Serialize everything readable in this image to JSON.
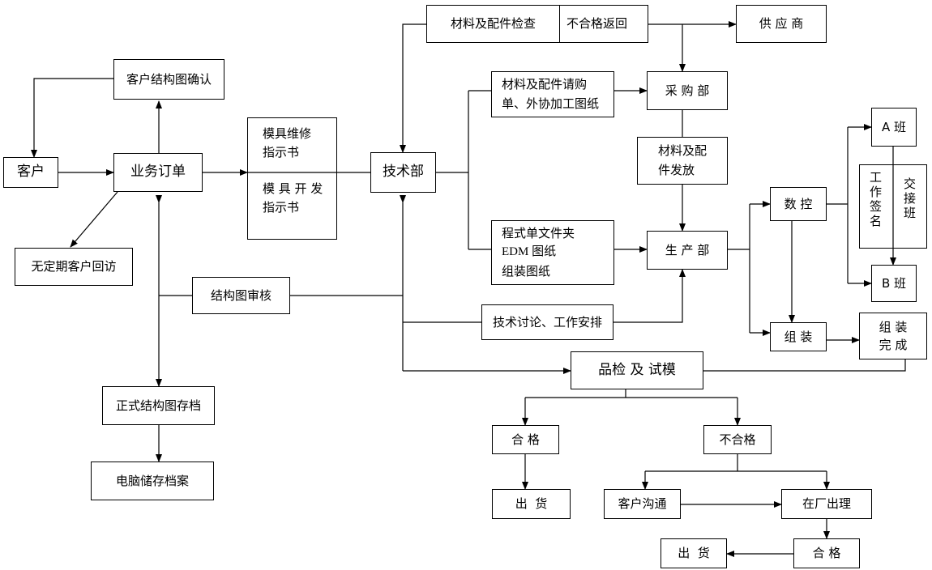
{
  "nodes": {
    "customer": "客户",
    "order": "业务订单",
    "struct_confirm": "客户结构图确认",
    "revisit": "无定期客户回访",
    "mold_repair_1": "模具维修",
    "mold_repair_2": "指示书",
    "mold_dev_1": "模 具 开 发",
    "mold_dev_2": "指示书",
    "tech_dept": "技术部",
    "material_check": "材料及配件检查",
    "return_unqualified": "不合格返回",
    "supplier": "供 应 商",
    "purchase_req_1": "材料及配件请购",
    "purchase_req_2": "单、外协加工图纸",
    "purchasing": "采 购 部",
    "material_issue_1": "材料及配",
    "material_issue_2": "件发放",
    "program_1": "程式单文件夹",
    "program_2": "EDM 图纸",
    "program_3": "组装图纸",
    "production": "生 产 部",
    "cnc": "数 控",
    "assembly": "组 装",
    "assembly_done_1": "组 装",
    "assembly_done_2": "完 成",
    "shift_a": "A 班",
    "shift_b": "B 班",
    "work_sign": "工作签名",
    "handover": "交接班",
    "struct_review": "结构图审核",
    "tech_discussion": "技术讨论、工作安排",
    "qc_trial": "品检 及 试模",
    "formal_archive": "正式结构图存档",
    "computer_archive": "电脑储存档案",
    "qualified": "合 格",
    "unqualified": "不合格",
    "ship_1": "出  货",
    "customer_comm": "客户沟通",
    "factory_handle": "在厂出理",
    "qualified_2": "合 格",
    "ship_2": "出  货"
  }
}
